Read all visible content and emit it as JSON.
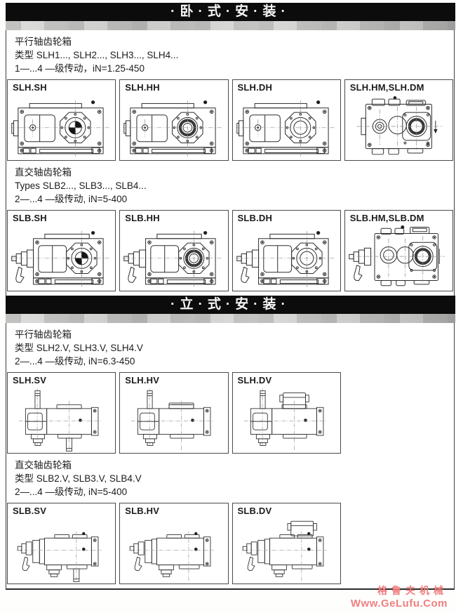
{
  "sections": [
    {
      "banner": "·卧·式·安·装·",
      "groups": [
        {
          "title": "平行轴齿轮箱",
          "types_line": "类型 SLH1..., SLH2..., SLH3..., SLH4...",
          "stages_line": "1—...4 —级传动，iN=1.25-450",
          "boxes": [
            {
              "label": "SLH.SH",
              "drawing": "slh-sh"
            },
            {
              "label": "SLH.HH",
              "drawing": "slh-hh"
            },
            {
              "label": "SLH.DH",
              "drawing": "slh-dh"
            },
            {
              "label": "SLH.HM,SLH.DM",
              "drawing": "slh-m"
            }
          ]
        },
        {
          "title": "直交轴齿轮箱",
          "types_line": "Types SLB2..., SLB3..., SLB4...",
          "stages_line": "2—...4 —级传动, iN=5-400",
          "boxes": [
            {
              "label": "SLB.SH",
              "drawing": "slb-sh"
            },
            {
              "label": "SLB.HH",
              "drawing": "slb-hh"
            },
            {
              "label": "SLB.DH",
              "drawing": "slb-dh"
            },
            {
              "label": "SLB.HM,SLB.DM",
              "drawing": "slb-m"
            }
          ]
        }
      ]
    },
    {
      "banner": "·立·式·安·装·",
      "groups": [
        {
          "title": "平行轴齿轮箱",
          "types_line": "类型 SLH2.V, SLH3.V, SLH4.V",
          "stages_line": "2—...4 —级传动, iN=6.3-450",
          "boxes": [
            {
              "label": "SLH.SV",
              "drawing": "slh-sv"
            },
            {
              "label": "SLH.HV",
              "drawing": "slh-hv"
            },
            {
              "label": "SLH.DV",
              "drawing": "slh-dv"
            }
          ]
        },
        {
          "title": "直交轴齿轮箱",
          "types_line": "类型 SLB2.V, SLB3.V, SLB4.V",
          "stages_line": "2—...4 —级传动, iN=5-400",
          "boxes": [
            {
              "label": "SLB.SV",
              "drawing": "slb-sv"
            },
            {
              "label": "SLB.HV",
              "drawing": "slb-hv"
            },
            {
              "label": "SLB.DV",
              "drawing": "slb-dv"
            }
          ]
        }
      ]
    }
  ],
  "footer": {
    "brand": "格鲁夫机械",
    "url": "Www.GeLufu.Com",
    "color": "#f08080"
  }
}
